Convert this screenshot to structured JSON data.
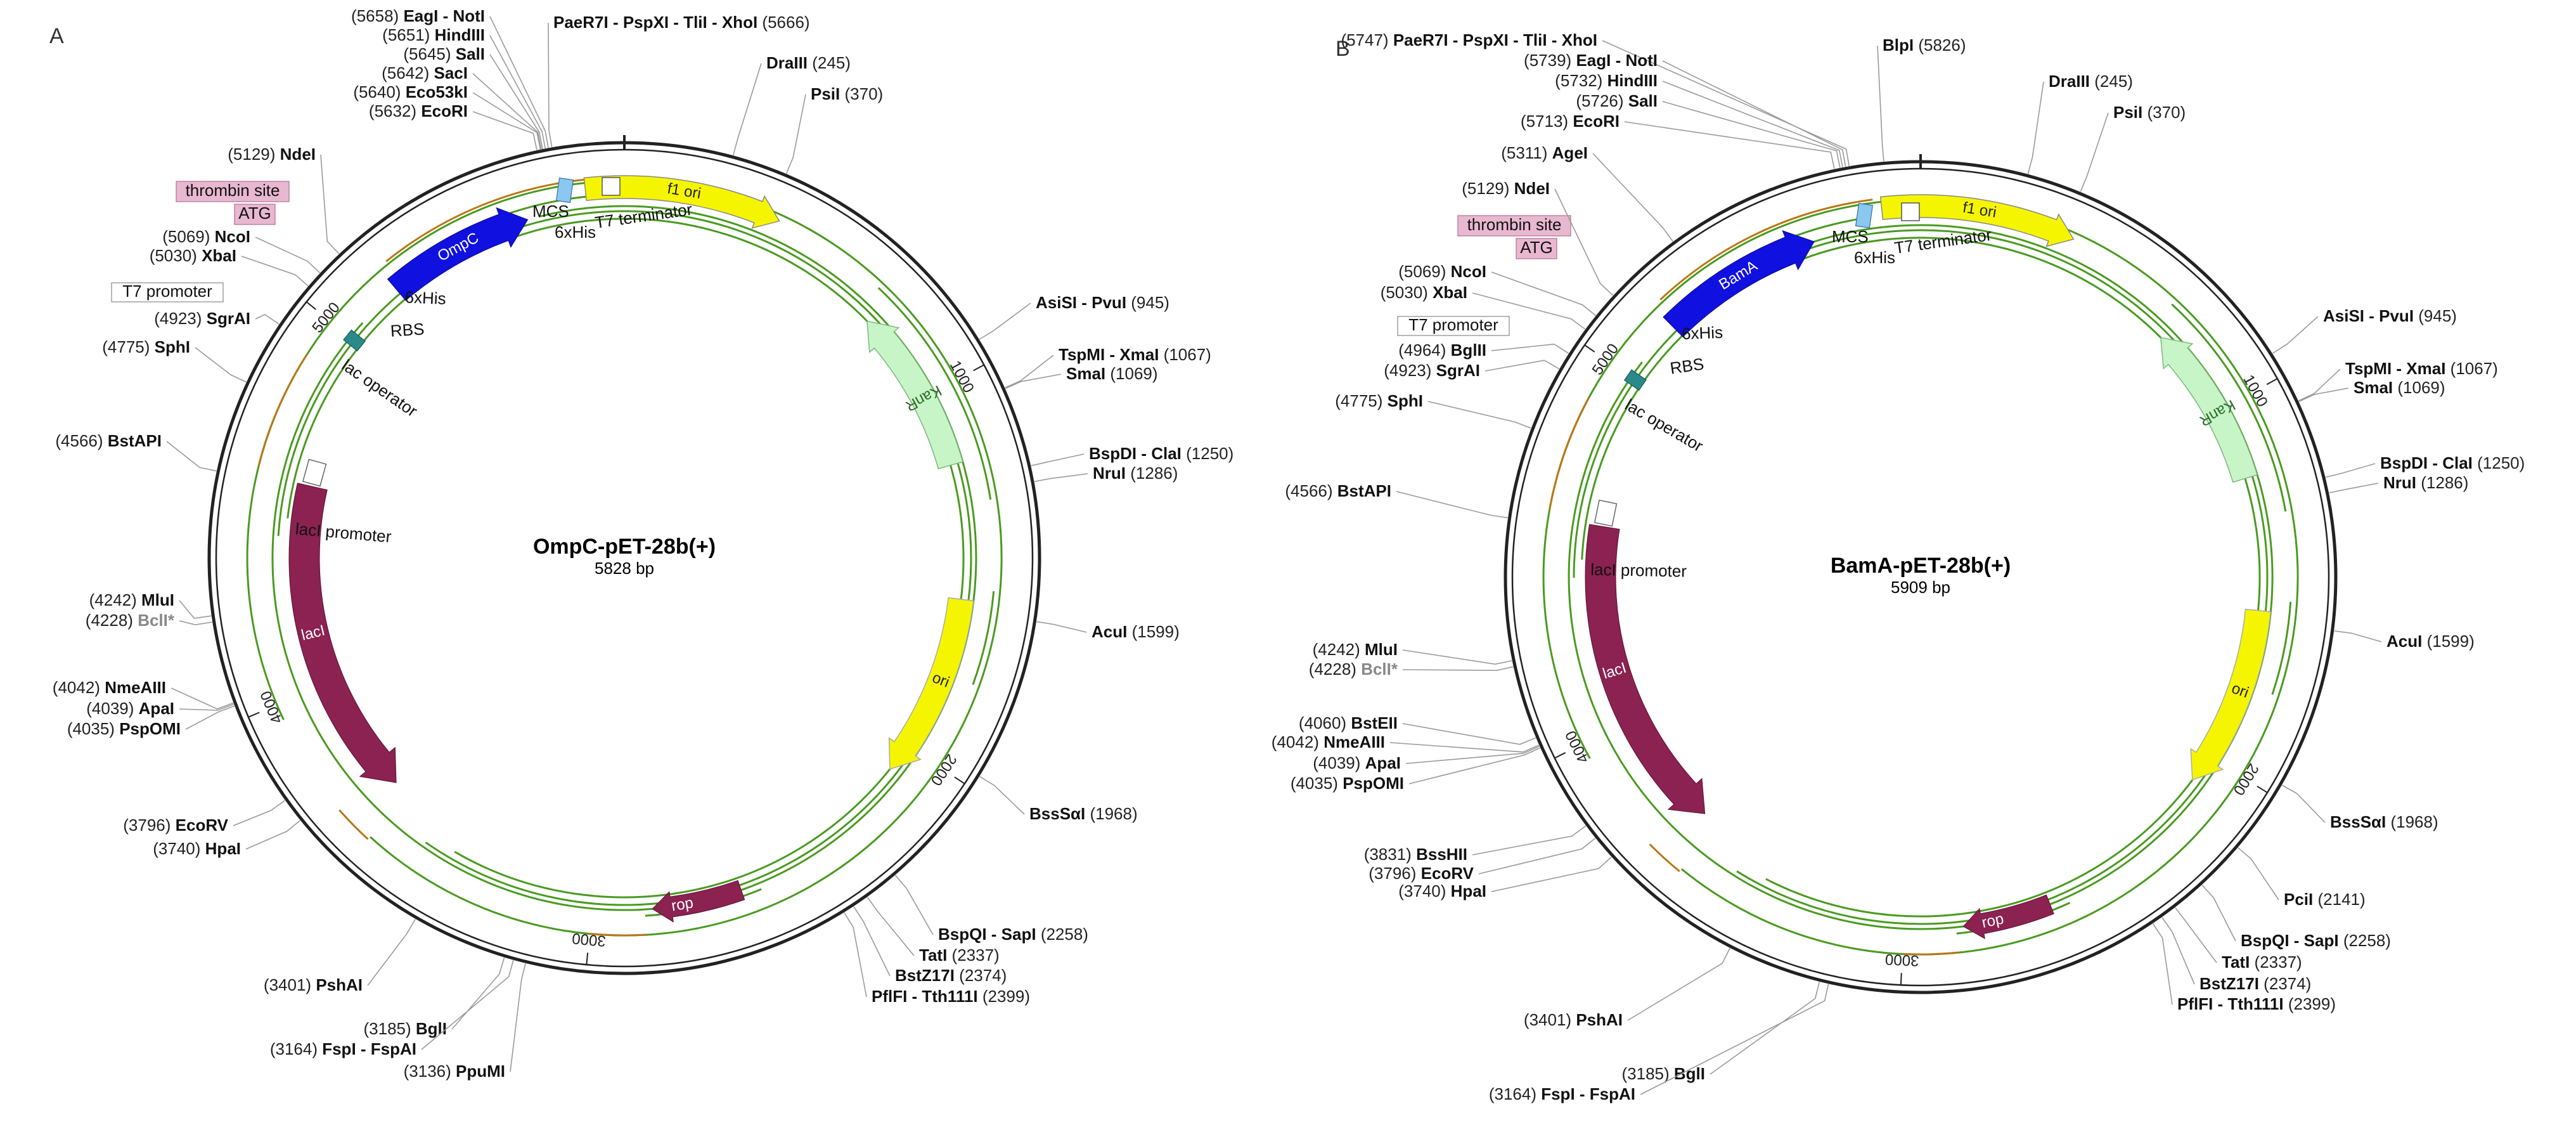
{
  "panels": [
    {
      "letter": "A",
      "name": "OmpC-pET-28b(+)",
      "size_label": "5828 bp",
      "length": 5828,
      "ticks": [
        1000,
        2000,
        3000,
        4000,
        5000
      ],
      "ticks_label": [
        "1000",
        "2000",
        "3000",
        "4000",
        "5000"
      ],
      "sites": [
        {
          "name": "PaeR7I - PspXI - TliI - XhoI",
          "pos_label": "(5666)"
        },
        {
          "name": "EagI - NotI",
          "pos_label": "(5658)"
        },
        {
          "name": "HindIII",
          "pos_label": "(5651)"
        },
        {
          "name": "SalI",
          "pos_label": "(5645)"
        },
        {
          "name": "SacI",
          "pos_label": "(5642)"
        },
        {
          "name": "Eco53kI",
          "pos_label": "(5640)"
        },
        {
          "name": "EcoRI",
          "pos_label": "(5632)"
        },
        {
          "name": "NdeI",
          "pos_label": "(5129)"
        },
        {
          "name": "NcoI",
          "pos_label": "(5069)"
        },
        {
          "name": "XbaI",
          "pos_label": "(5030)"
        },
        {
          "name": "SgrAI",
          "pos_label": "(4923)"
        },
        {
          "name": "SphI",
          "pos_label": "(4775)"
        },
        {
          "name": "BstAPI",
          "pos_label": "(4566)"
        },
        {
          "name": "MluI",
          "pos_label": "(4242)"
        },
        {
          "name": "BclI*",
          "pos_label": "(4228)",
          "gray": true
        },
        {
          "name": "NmeAIII",
          "pos_label": "(4042)"
        },
        {
          "name": "ApaI",
          "pos_label": "(4039)"
        },
        {
          "name": "PspOMI",
          "pos_label": "(4035)"
        },
        {
          "name": "EcoRV",
          "pos_label": "(3796)"
        },
        {
          "name": "HpaI",
          "pos_label": "(3740)"
        },
        {
          "name": "PshAI",
          "pos_label": "(3401)"
        },
        {
          "name": "BglI",
          "pos_label": "(3185)"
        },
        {
          "name": "FspI - FspAI",
          "pos_label": "(3164)"
        },
        {
          "name": "PpuMI",
          "pos_label": "(3136)"
        },
        {
          "name": "DraIII",
          "pos_label": "(245)"
        },
        {
          "name": "PsiI",
          "pos_label": "(370)"
        },
        {
          "name": "AsiSI - PvuI",
          "pos_label": "(945)"
        },
        {
          "name": "TspMI - XmaI",
          "pos_label": "(1067)"
        },
        {
          "name": "SmaI",
          "pos_label": "(1069)"
        },
        {
          "name": "BspDI - ClaI",
          "pos_label": "(1250)"
        },
        {
          "name": "NruI",
          "pos_label": "(1286)"
        },
        {
          "name": "AcuI",
          "pos_label": "(1599)"
        },
        {
          "name": "BssSαI",
          "pos_label": "(1968)"
        },
        {
          "name": "BspQI - SapI",
          "pos_label": "(2258)"
        },
        {
          "name": "TatI",
          "pos_label": "(2337)"
        },
        {
          "name": "BstZ17I",
          "pos_label": "(2374)"
        },
        {
          "name": "PflFI - Tth111I",
          "pos_label": "(2399)"
        }
      ],
      "features": {
        "gene": "OmpC",
        "f1_ori": "f1 ori",
        "kanr": "KanR",
        "ori": "ori",
        "laci": "lacI",
        "rop": "rop",
        "laci_promoter": "lacI promoter",
        "lac_operator": "lac operator",
        "rbs": "RBS",
        "his_left": "6xHis",
        "his_right": "6xHis",
        "mcs": "MCS",
        "t7_terminator": "T7 terminator",
        "thrombin": "thrombin site",
        "atg": "ATG",
        "t7_promoter": "T7 promoter"
      }
    },
    {
      "letter": "B",
      "name": "BamA-pET-28b(+)",
      "size_label": "5909 bp",
      "length": 5909,
      "ticks": [
        1000,
        2000,
        3000,
        4000,
        5000
      ],
      "ticks_label": [
        "1000",
        "2000",
        "3000",
        "4000",
        "5000"
      ],
      "sites": [
        {
          "name": "BlpI",
          "pos_label": "(5826)"
        },
        {
          "name": "PaeR7I - PspXI - TliI - XhoI",
          "pos_label": "(5747)"
        },
        {
          "name": "EagI - NotI",
          "pos_label": "(5739)"
        },
        {
          "name": "HindIII",
          "pos_label": "(5732)"
        },
        {
          "name": "SalI",
          "pos_label": "(5726)"
        },
        {
          "name": "EcoRI",
          "pos_label": "(5713)"
        },
        {
          "name": "AgeI",
          "pos_label": "(5311)"
        },
        {
          "name": "NdeI",
          "pos_label": "(5129)"
        },
        {
          "name": "NcoI",
          "pos_label": "(5069)"
        },
        {
          "name": "XbaI",
          "pos_label": "(5030)"
        },
        {
          "name": "BglII",
          "pos_label": "(4964)"
        },
        {
          "name": "SgrAI",
          "pos_label": "(4923)"
        },
        {
          "name": "SphI",
          "pos_label": "(4775)"
        },
        {
          "name": "BstAPI",
          "pos_label": "(4566)"
        },
        {
          "name": "MluI",
          "pos_label": "(4242)"
        },
        {
          "name": "BclI*",
          "pos_label": "(4228)",
          "gray": true
        },
        {
          "name": "BstEII",
          "pos_label": "(4060)"
        },
        {
          "name": "NmeAIII",
          "pos_label": "(4042)"
        },
        {
          "name": "ApaI",
          "pos_label": "(4039)"
        },
        {
          "name": "PspOMI",
          "pos_label": "(4035)"
        },
        {
          "name": "BssHII",
          "pos_label": "(3831)"
        },
        {
          "name": "EcoRV",
          "pos_label": "(3796)"
        },
        {
          "name": "HpaI",
          "pos_label": "(3740)"
        },
        {
          "name": "PshAI",
          "pos_label": "(3401)"
        },
        {
          "name": "BglI",
          "pos_label": "(3185)"
        },
        {
          "name": "FspI - FspAI",
          "pos_label": "(3164)"
        },
        {
          "name": "DraIII",
          "pos_label": "(245)"
        },
        {
          "name": "PsiI",
          "pos_label": "(370)"
        },
        {
          "name": "AsiSI - PvuI",
          "pos_label": "(945)"
        },
        {
          "name": "TspMI - XmaI",
          "pos_label": "(1067)"
        },
        {
          "name": "SmaI",
          "pos_label": "(1069)"
        },
        {
          "name": "BspDI - ClaI",
          "pos_label": "(1250)"
        },
        {
          "name": "NruI",
          "pos_label": "(1286)"
        },
        {
          "name": "AcuI",
          "pos_label": "(1599)"
        },
        {
          "name": "BssSαI",
          "pos_label": "(1968)"
        },
        {
          "name": "PciI",
          "pos_label": "(2141)"
        },
        {
          "name": "BspQI - SapI",
          "pos_label": "(2258)"
        },
        {
          "name": "TatI",
          "pos_label": "(2337)"
        },
        {
          "name": "BstZ17I",
          "pos_label": "(2374)"
        },
        {
          "name": "PflFI - Tth111I",
          "pos_label": "(2399)"
        }
      ],
      "features": {
        "gene": "BamA",
        "f1_ori": "f1 ori",
        "kanr": "KanR",
        "ori": "ori",
        "laci": "lacI",
        "rop": "rop",
        "laci_promoter": "lacI promoter",
        "lac_operator": "lac operator",
        "rbs": "RBS",
        "his_left": "6xHis",
        "his_right": "6xHis",
        "mcs": "MCS",
        "t7_terminator": "T7 terminator",
        "thrombin": "thrombin site",
        "atg": "ATG",
        "t7_promoter": "T7 promoter"
      }
    }
  ],
  "colors": {
    "gene": "#1010e0",
    "f1_ori": "#f5f500",
    "kanr": "#c8f5c8",
    "ori": "#f5f500",
    "laci": "#8b2252",
    "rop": "#8b2252",
    "orf_line": "#4a9a20",
    "orf_brown": "#b87818",
    "thrombin_bg": "#e8b8d0",
    "operator": "#2a8a8a"
  }
}
